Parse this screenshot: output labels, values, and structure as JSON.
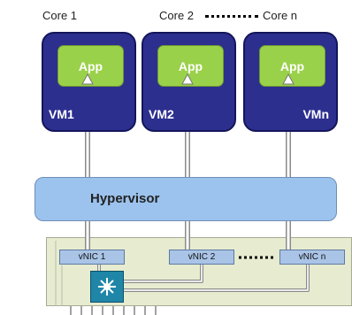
{
  "cores": {
    "core1": "Core 1",
    "core2": "Core 2",
    "coren": "Core n"
  },
  "vms": [
    {
      "app": "App",
      "label": "VM1"
    },
    {
      "app": "App",
      "label": "VM2"
    },
    {
      "app": "App",
      "label": "VMn"
    }
  ],
  "hypervisor": "Hypervisor",
  "vnics": [
    "vNIC 1",
    "vNIC 2",
    "vNIC n"
  ],
  "colors": {
    "vm": "#2d2f8f",
    "app": "#9ad14a",
    "hypervisor": "#9cc3ee",
    "vnic": "#a9c4e6",
    "board": "#e7ecd0",
    "switch": "#1f86a8"
  },
  "icons": {
    "switch": "network-switch-icon"
  }
}
